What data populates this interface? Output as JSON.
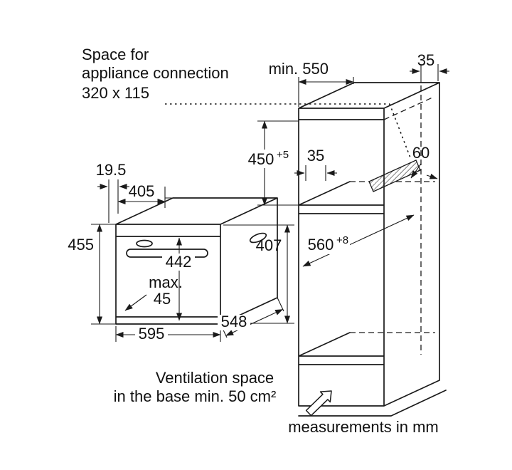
{
  "colors": {
    "background": "#ffffff",
    "line": "#1a1a1a"
  },
  "title_note": {
    "line1": "Space for",
    "line2": "appliance connection",
    "line3": "320 x 115"
  },
  "cabinet": {
    "min_depth": "min. 550",
    "rear_gap": "35",
    "niche_height": "450",
    "niche_height_tolerance": "+5",
    "front_gap": "35",
    "connection_space_depth": "60",
    "niche_depth": "560",
    "niche_depth_tolerance": "+8"
  },
  "oven": {
    "top_offset": "19.5",
    "top_depth": "405",
    "height": "455",
    "front_height": "442",
    "rear_height": "407",
    "handle_note_line1": "max.",
    "handle_note_line2": "45",
    "width": "595",
    "depth": "548"
  },
  "footer": {
    "ventilation_line1": "Ventilation space",
    "ventilation_line2": "in the base min. 50 cm²",
    "units": "measurements in mm"
  }
}
